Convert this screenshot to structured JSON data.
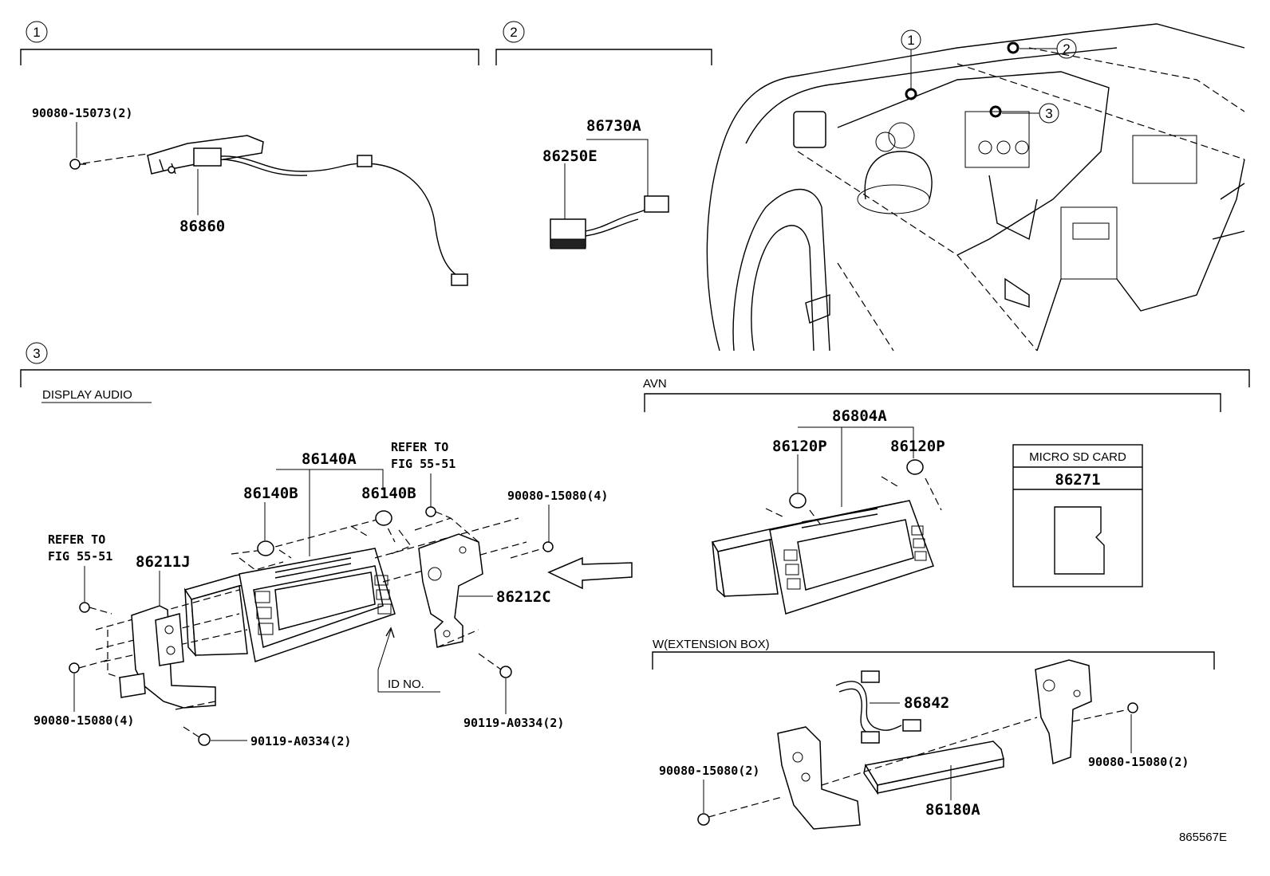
{
  "sections": {
    "s1": {
      "number": "1"
    },
    "s2": {
      "number": "2"
    },
    "s3": {
      "number": "3"
    }
  },
  "callouts": {
    "c1": "1",
    "c2": "2",
    "c3": "3"
  },
  "labels": {
    "display_audio": "DISPLAY AUDIO",
    "avn": "AVN",
    "extension_box": "W(EXTENSION BOX)",
    "id_no": "ID NO.",
    "micro_sd_title": "MICRO SD CARD",
    "micro_sd_part": "86271",
    "refer_to": "REFER TO",
    "fig_ref": "FIG 55-51",
    "diagram_code": "865567E"
  },
  "parts": {
    "p90080_15073_2": "90080-15073(2)",
    "p86860": "86860",
    "p86730A": "86730A",
    "p86250E": "86250E",
    "p86140A": "86140A",
    "p86140B_left": "86140B",
    "p86140B_right": "86140B",
    "p90080_15080_4_right": "90080-15080(4)",
    "p86211J": "86211J",
    "p86212C": "86212C",
    "p90080_15080_4_left": "90080-15080(4)",
    "p90119_A0334_2_bottom": "90119-A0334(2)",
    "p90119_A0334_2_right": "90119-A0334(2)",
    "p86804A": "86804A",
    "p86120P_left": "86120P",
    "p86120P_right": "86120P",
    "p86842": "86842",
    "p86180A": "86180A",
    "p90080_15080_2_left": "90080-15080(2)",
    "p90080_15080_2_right": "90080-15080(2)"
  }
}
